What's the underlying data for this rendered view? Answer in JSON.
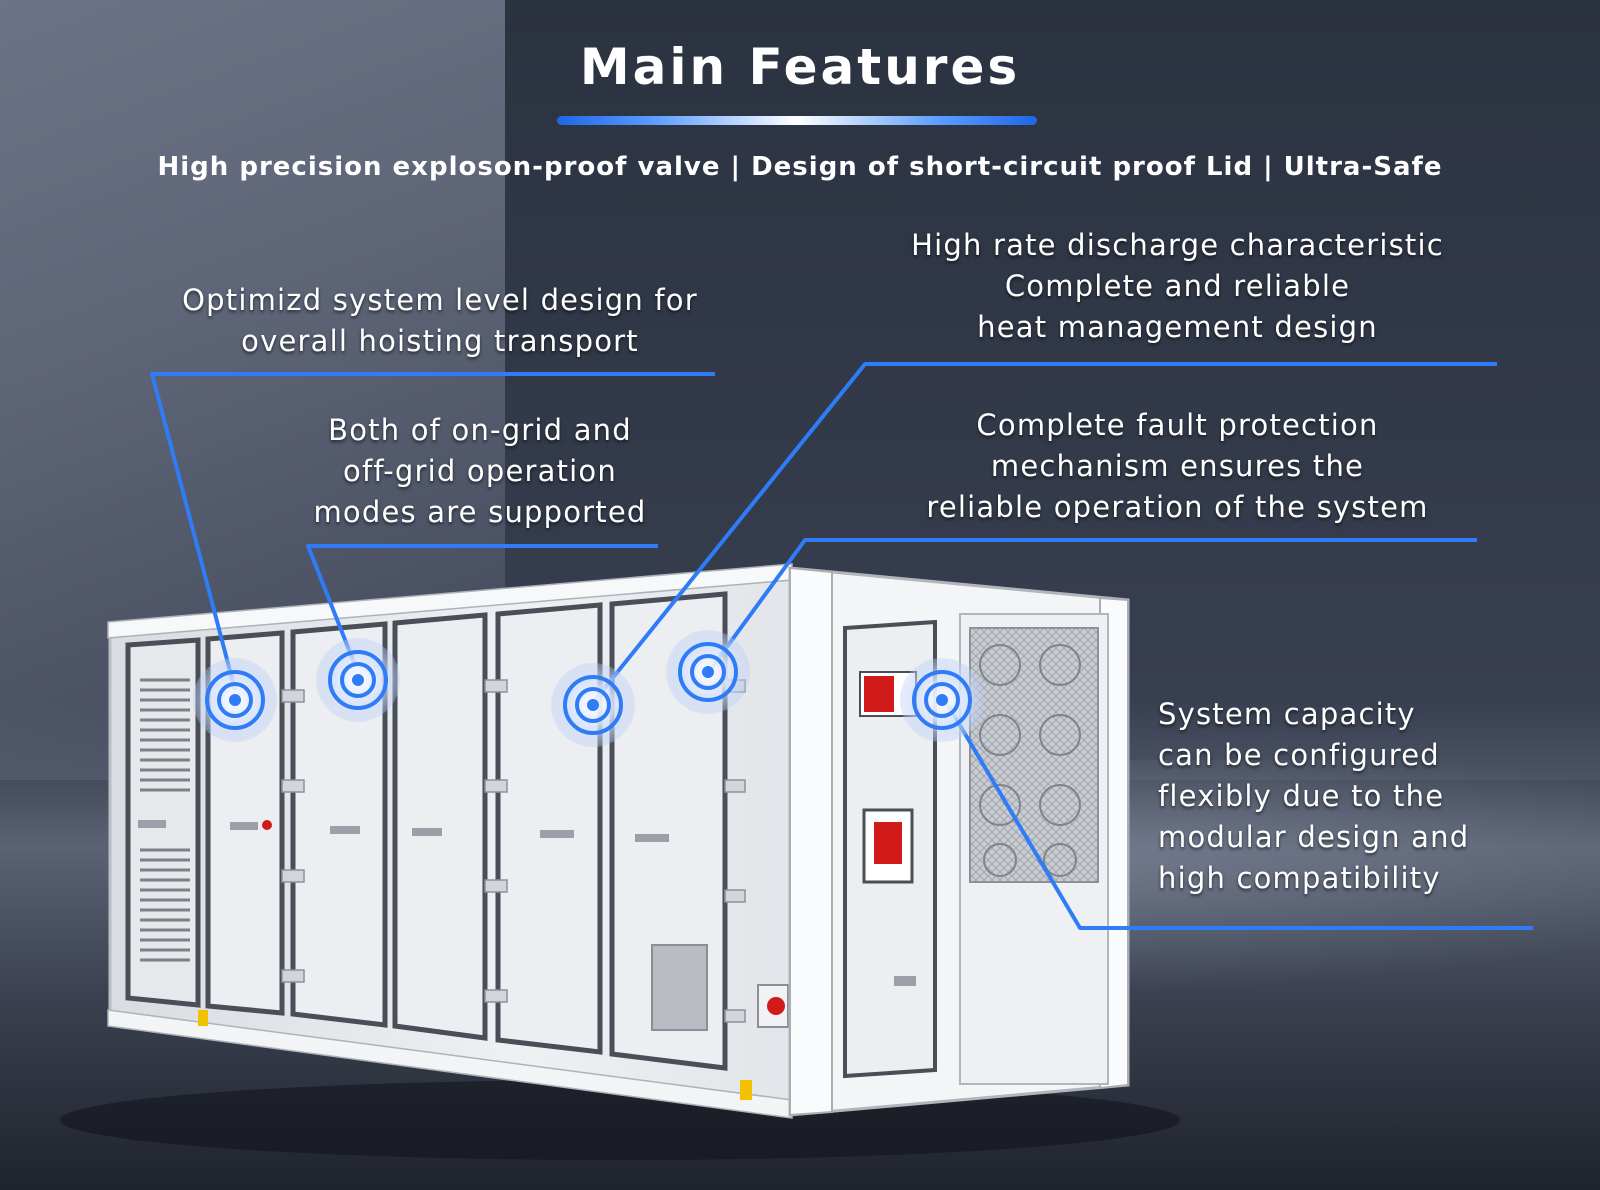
{
  "title": "Main Features",
  "subtitle": "High precision exploson-proof valve | Design of short-circuit proof Lid | Ultra-Safe",
  "callouts": {
    "transport": [
      "Optimizd system level design for",
      "overall hoisting transport"
    ],
    "grid": [
      "Both of on-grid and",
      "off-grid operation",
      "modes are supported"
    ],
    "discharge": [
      "High rate discharge characteristic",
      "Complete and reliable",
      "heat management design"
    ],
    "fault": [
      "Complete fault protection",
      "mechanism ensures the",
      "reliable operation of the system"
    ],
    "capacity": [
      "System capacity",
      "can be configured",
      "flexibly due to the",
      "modular design and",
      "high compatibility"
    ]
  },
  "colors": {
    "accent": "#2f7cf6",
    "container": "#e9ebee",
    "frame": "#4a4e57",
    "alert": "#d11a1a"
  }
}
